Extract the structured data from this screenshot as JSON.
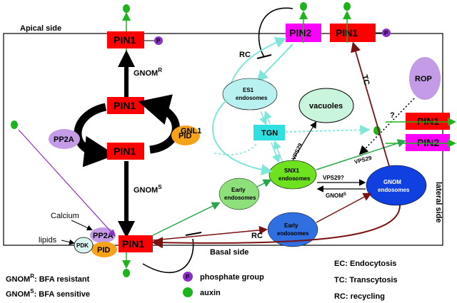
{
  "labels": {
    "apical_side": "Apical side",
    "basal_side": "Basal side",
    "lateral_side": "lateral side",
    "gnom_r_arrow": "GNOM",
    "gnom_r_sup": "R",
    "gnom_s_arrow": "GNOM",
    "gnom_s_sup": "S",
    "gnl1": "GNL1",
    "tc": "TC",
    "rc_top": "RC",
    "rc_bottom": "RC",
    "vps29_a": "VPS29",
    "vps29_b": "VPS29",
    "vps29_q": "VPS29?",
    "gnom_s_small": "GNOM",
    "gnom_s_small_sup": "S",
    "question": "?",
    "calcium": "Calcium",
    "lipids": "lipids"
  },
  "nodes": {
    "pin1_top": "PIN1",
    "pin1_mid": "PIN1",
    "pin1_low": "PIN1",
    "pin1_basal": "PIN1",
    "pin2_top": "PIN2",
    "pin1_top_right": "PIN1",
    "pin1_lateral": "PIN1",
    "pin2_lateral": "PIN2",
    "pp2a": "PP2A",
    "pid": "PID",
    "pp2a_small": "PP2A",
    "pid_small": "PID",
    "pdk": "PDK",
    "rop": "ROP",
    "p": "P",
    "es1_l1": "ES1",
    "es1_l2": "endosomes",
    "tgn": "TGN",
    "vacuoles": "vacuoles",
    "snx1_l1": "SNX1",
    "snx1_l2": "endosomes",
    "early1_l1": "Early",
    "early1_l2": "endosomes",
    "early2_l1": "Early",
    "early2_l2": "endosomes",
    "gnom_endo_l1": "GNOM",
    "gnom_endo_l2": "endosomes"
  },
  "legend": {
    "gnom_r": "GNOM",
    "gnom_r_sup": "R",
    "gnom_r_desc": ": BFA resistant",
    "gnom_s": "GNOM",
    "gnom_s_sup": "S",
    "gnom_s_desc": ": BFA sensitive",
    "phosphate": "phosphate group",
    "auxin": "auxin",
    "ec": "EC: Endocytosis",
    "tc": "TC: Transcytosis",
    "rc": "RC: recycling"
  },
  "colors": {
    "pin1": "#ff0000",
    "pin2": "#ff00ff",
    "auxin": "#1db31d",
    "phosphate": "#8b2fc9",
    "pp2a": "#c39be6",
    "pid": "#f6a21a",
    "cyan": "#7fe6da",
    "maroon": "#7a1010",
    "green_arrow": "#2aa64a",
    "snx1": "#6fe21f",
    "gnom_endo": "#1040e0",
    "early1": "#8de07a",
    "early2": "#2f6fe0",
    "es1": "#b9f0f0",
    "tgn": "#2fe0e0",
    "vacuoles": "#c9f5dc"
  }
}
